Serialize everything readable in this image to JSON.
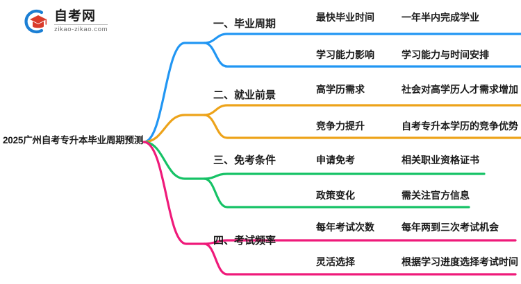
{
  "logo": {
    "name": "zikao-logo",
    "title": "自考网",
    "domain": "zikao-zikao.com",
    "arc_color": "#1b7fd4",
    "cap_color": "#d93b2b"
  },
  "root": {
    "label": "2025广州自考专升本毕业周期预测"
  },
  "colors": {
    "branch1": "#2196f3",
    "branch2": "#eda31a",
    "branch3": "#16c266",
    "branch4": "#ef1a7a",
    "text": "#1a1a1a"
  },
  "branches": [
    {
      "label": "一、毕业周期",
      "color": "#2196f3",
      "children": [
        {
          "label": "最快毕业时间",
          "detail": "一年半内完成学业"
        },
        {
          "label": "学习能力影响",
          "detail": "学习能力与时间安排"
        }
      ]
    },
    {
      "label": "二、就业前景",
      "color": "#eda31a",
      "children": [
        {
          "label": "高学历需求",
          "detail": "社会对高学历人才需求增加"
        },
        {
          "label": "竞争力提升",
          "detail": "自考专升本学历的竞争优势"
        }
      ]
    },
    {
      "label": "三、免考条件",
      "color": "#16c266",
      "children": [
        {
          "label": "申请免考",
          "detail": "相关职业资格证书"
        },
        {
          "label": "政策变化",
          "detail": "需关注官方信息"
        }
      ]
    },
    {
      "label": "四、考试频率",
      "color": "#ef1a7a",
      "children": [
        {
          "label": "每年考试次数",
          "detail": "每年两到三次考试机会"
        },
        {
          "label": "灵活选择",
          "detail": "根据学习进度选择考试时间"
        }
      ]
    }
  ]
}
